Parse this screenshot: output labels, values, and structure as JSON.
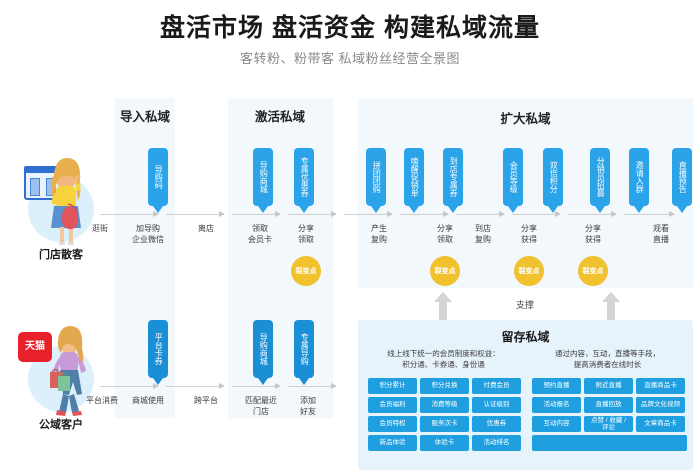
{
  "header": {
    "title": "盘活市场 盘活资金 构建私域流量",
    "subtitle": "客转粉、粉带客 私域粉丝经营全景图"
  },
  "sections": {
    "import": "导入私域",
    "activate": "激活私域",
    "expand": "扩大私域",
    "retain": "留存私域",
    "support": "支撑"
  },
  "personas": {
    "offline": {
      "name": "门店散客",
      "badge": "store-icon"
    },
    "online": {
      "name": "公域客户",
      "badge": "tmall-icon",
      "badge_text": "天猫"
    }
  },
  "tags": {
    "top": [
      {
        "label": "导购码"
      },
      {
        "label": "导购商城"
      },
      {
        "label": "专属优惠券"
      },
      {
        "label": "拼团团购"
      },
      {
        "label": "唤醒促销单"
      },
      {
        "label": "到店专属券"
      },
      {
        "label": "会员等级"
      },
      {
        "label": "双倍积分"
      },
      {
        "label": "分销员招募"
      },
      {
        "label": "邀请入群"
      },
      {
        "label": "直播预告"
      }
    ],
    "bottom": [
      {
        "label": "平台卡券"
      },
      {
        "label": "导购商城"
      },
      {
        "label": "专属导购"
      }
    ]
  },
  "steps": {
    "top": [
      "逛街",
      "加导购\n企业微信",
      "离店",
      "领取\n会员卡",
      "分享\n领取",
      "产生\n复购",
      "分享\n领取",
      "到店\n复购",
      "分享\n获得",
      "分享\n获得",
      "观看\n直播"
    ],
    "bottom": [
      "平台消费",
      "商城使用",
      "跨平台",
      "匹配最近\n门店",
      "添加\n好友"
    ]
  },
  "burst": {
    "label": "裂变点",
    "count": 4
  },
  "retain": {
    "title": "留存私域",
    "left_desc": "线上线下统一的会员制度和权益：\n积分通、卡券通、身份通",
    "right_desc": "通过内容，互动，直播等手段，\n提高消费者在线时长",
    "left_chips": [
      "积分累计",
      "积分兑换",
      "付费会员",
      "会员福利",
      "消费等级",
      "认证级别",
      "会员特权",
      "服务次卡",
      "优惠券",
      "新品体验",
      "体验卡",
      "活动排名"
    ],
    "right_chips": [
      "预约直播",
      "附近直播",
      "直播商品卡",
      "活动报名",
      "直播回放",
      "品牌文化视频",
      "互动内容",
      "点赞 / 收藏 /\n评论",
      "文章商品卡"
    ]
  },
  "colors": {
    "accent_blue": "#2aa3e8",
    "chip_blue": "#1f9fe0",
    "burst_yellow": "#f2c12e",
    "panel_bg": "#f3f8fc",
    "retain_bg": "#e7f3fb",
    "tmall_red": "#e8202a"
  }
}
